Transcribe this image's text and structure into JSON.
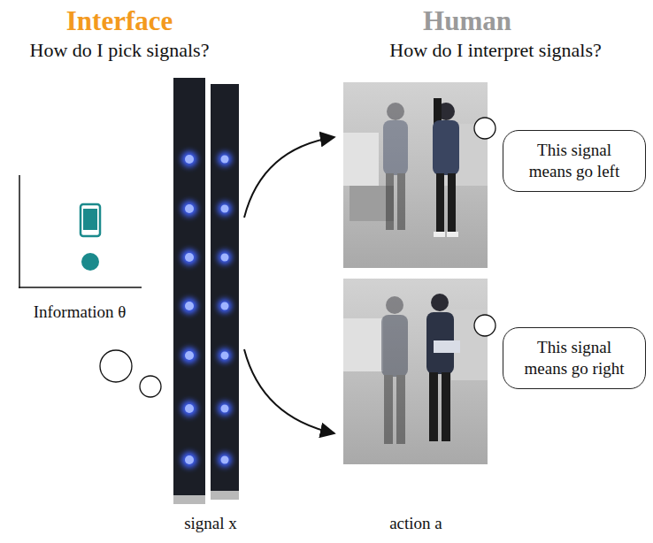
{
  "diagram": {
    "nodes": [
      {
        "text": [
          "This signal means go left"
        ]
      },
      {
        "text": [
          "This signal means go right"
        ]
      }
    ],
    "labels": [
      "Interface",
      "How do I pick signals?",
      "Human",
      "How do I interpret signals?",
      "Information θ",
      "signal x",
      "action a"
    ]
  }
}
